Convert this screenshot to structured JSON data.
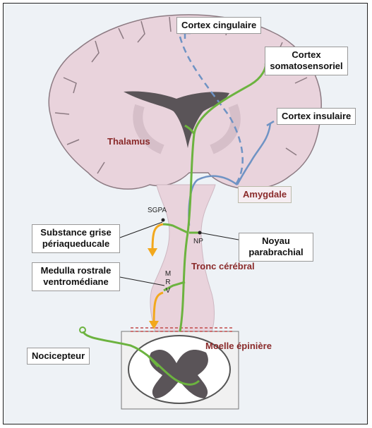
{
  "labels": {
    "cortex_cingulaire": "Cortex cingulaire",
    "cortex_somato": "Cortex somatosensoriel",
    "cortex_insulaire": "Cortex insulaire",
    "thalamus": "Thalamus",
    "amygdale": "Amygdale",
    "sgpa": "SGPA",
    "substance_grise": "Substance grise périaqueducale",
    "np": "NP",
    "noyau_parabrachial": "Noyau parabrachial",
    "medulla": "Medulla rostrale ventromédiane",
    "tronc": "Tronc cérébral",
    "mrv": [
      "M",
      "R",
      "V"
    ],
    "moelle": "Moelle épinière",
    "nocicepteur": "Nocicepteur"
  },
  "colors": {
    "brain": "#e9d3dc",
    "brain_outline": "#8c7a82",
    "green_path": "#6cb33f",
    "blue_path": "#6f93c4",
    "orange_arrow": "#f2a81d",
    "region_text": "#8a2a2a",
    "gray_matter": "#5a5458"
  }
}
